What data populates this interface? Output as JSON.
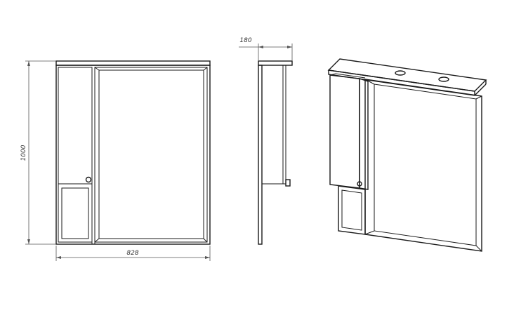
{
  "dimensions": {
    "height": "1000",
    "width": "828",
    "depth": "180"
  },
  "views": [
    "front-view",
    "side-view",
    "isometric-view"
  ],
  "colors": {
    "line": "#1a1a1a",
    "dimension": "#555555",
    "background": "#ffffff"
  }
}
